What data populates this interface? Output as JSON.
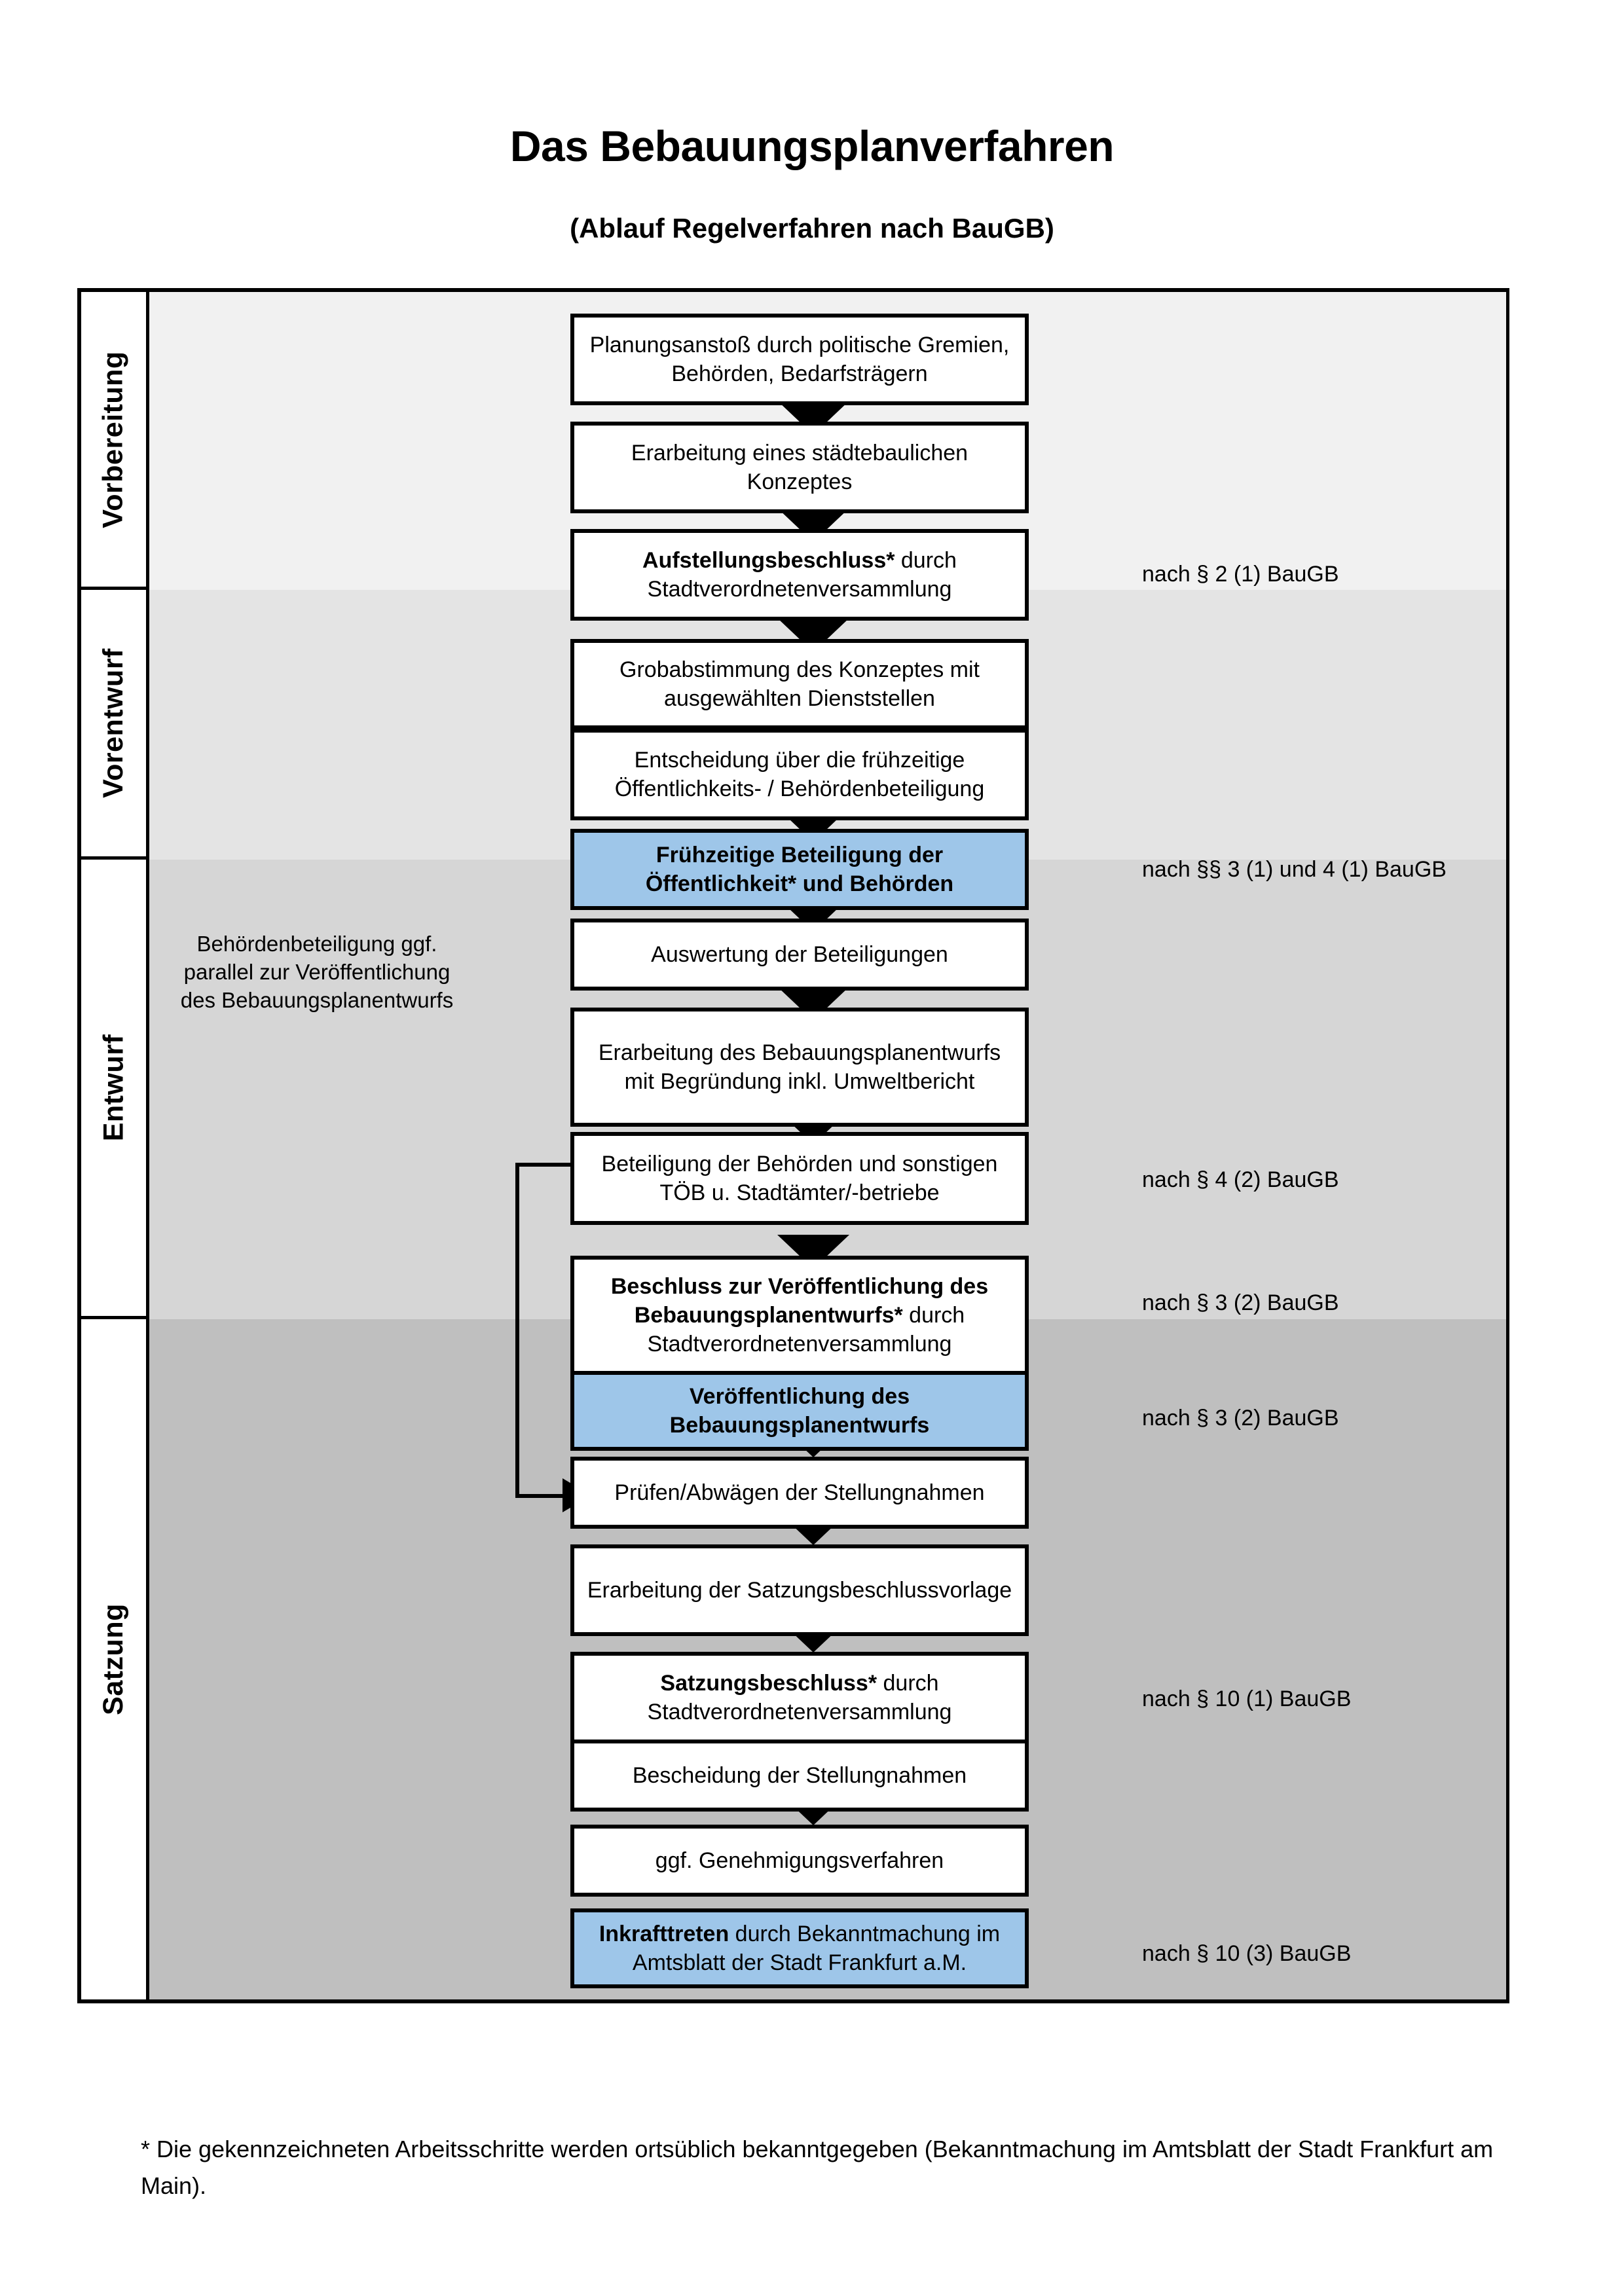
{
  "header": {
    "title": "Das Bebauungsplanverfahren",
    "subtitle": "(Ablauf Regelverfahren nach BauGB)"
  },
  "phases": [
    {
      "label": "Vorbereitung"
    },
    {
      "label": "Vorentwurf"
    },
    {
      "label": "Entwurf"
    },
    {
      "label": "Satzung"
    }
  ],
  "sidenote": "Behördenbeteiligung ggf. parallel zur Veröffentlichung des Bebauungsplanentwurfs",
  "steps": [
    {
      "id": "planungsanstoss",
      "text": "Planungsanstoß durch politische Gremien, Behörden, Bedarfsträgern",
      "highlight": false,
      "bold_prefix": ""
    },
    {
      "id": "staedtebauliches-konzept",
      "text": "Erarbeitung eines städtebaulichen Konzeptes",
      "highlight": false,
      "bold_prefix": ""
    },
    {
      "id": "aufstellungsbeschluss",
      "text": " durch Stadtverordnetenversammlung",
      "highlight": false,
      "bold_prefix": "Aufstellungsbeschluss*"
    },
    {
      "id": "grobabstimmung",
      "text": "Grobabstimmung des Konzeptes mit ausgewählten Dienststellen",
      "highlight": false,
      "bold_prefix": ""
    },
    {
      "id": "entscheidung-fruehzeitige",
      "text": "Entscheidung über die frühzeitige Öffentlichkeits- / Behördenbeteiligung",
      "highlight": false,
      "bold_prefix": ""
    },
    {
      "id": "fruehzeitige-beteiligung",
      "text": "",
      "highlight": true,
      "bold_prefix": "Frühzeitige Beteiligung der Öffentlichkeit* und Behörden"
    },
    {
      "id": "auswertung-beteiligungen",
      "text": "Auswertung der Beteiligungen",
      "highlight": false,
      "bold_prefix": ""
    },
    {
      "id": "erarbeitung-entwurf",
      "text": "Erarbeitung des Bebauungsplanentwurfs mit Begründung inkl. Umweltbericht",
      "highlight": false,
      "bold_prefix": ""
    },
    {
      "id": "beteiligung-behoerden",
      "text": "Beteiligung der Behörden und sonstigen TÖB u. Stadtämter/-betriebe",
      "highlight": false,
      "bold_prefix": ""
    },
    {
      "id": "beschluss-veroeffentlichung",
      "text": " durch Stadtverordnetenversammlung",
      "highlight": false,
      "bold_prefix": "Beschluss zur Veröffentlichung des Bebauungsplanentwurfs*"
    },
    {
      "id": "veroeffentlichung-entwurf",
      "text": "",
      "highlight": true,
      "bold_prefix": "Veröffentlichung des Bebauungsplanentwurfs"
    },
    {
      "id": "pruefen-abwaegen",
      "text": "Prüfen/Abwägen der Stellungnahmen",
      "highlight": false,
      "bold_prefix": ""
    },
    {
      "id": "erarbeitung-satzungsvorlage",
      "text": "Erarbeitung der Satzungsbeschlussvorlage",
      "highlight": false,
      "bold_prefix": ""
    },
    {
      "id": "satzungsbeschluss",
      "text": " durch Stadtverordnetenversammlung",
      "highlight": false,
      "bold_prefix": "Satzungsbeschluss*"
    },
    {
      "id": "bescheidung-stellungnahmen",
      "text": "Bescheidung der Stellungnahmen",
      "highlight": false,
      "bold_prefix": ""
    },
    {
      "id": "genehmigungsverfahren",
      "text": "ggf. Genehmigungsverfahren",
      "highlight": false,
      "bold_prefix": ""
    },
    {
      "id": "inkrafttreten",
      "text": " durch Bekanntmachung im Amtsblatt der Stadt Frankfurt a.M.",
      "highlight": true,
      "bold_prefix": "Inkrafttreten"
    }
  ],
  "legal_refs": [
    {
      "id": "ref-par2-1",
      "text": "nach § 2 (1) BauGB"
    },
    {
      "id": "ref-par3-1",
      "text": "nach §§ 3 (1) und 4 (1) BauGB"
    },
    {
      "id": "ref-par4-2",
      "text": "nach § 4 (2) BauGB"
    },
    {
      "id": "ref-par3-2a",
      "text": "nach § 3 (2) BauGB"
    },
    {
      "id": "ref-par3-2b",
      "text": "nach § 3 (2) BauGB"
    },
    {
      "id": "ref-par10-1",
      "text": "nach § 10 (1) BauGB"
    },
    {
      "id": "ref-par10-3",
      "text": "nach § 10 (3) BauGB"
    }
  ],
  "footnote": "* Die gekennzeichneten Arbeitsschritte werden ortsüblich bekanntgegeben (Bekanntmachung im Amtsblatt  der Stadt Frankfurt am Main).",
  "colors": {
    "highlight_blue": "#9EC6E9",
    "band_vorbereitung": "#F1F1F1",
    "band_vorentwurf": "#E4E4E4",
    "band_entwurf": "#D6D6D6",
    "band_satzung": "#BFBFBF",
    "stroke": "#000000"
  }
}
